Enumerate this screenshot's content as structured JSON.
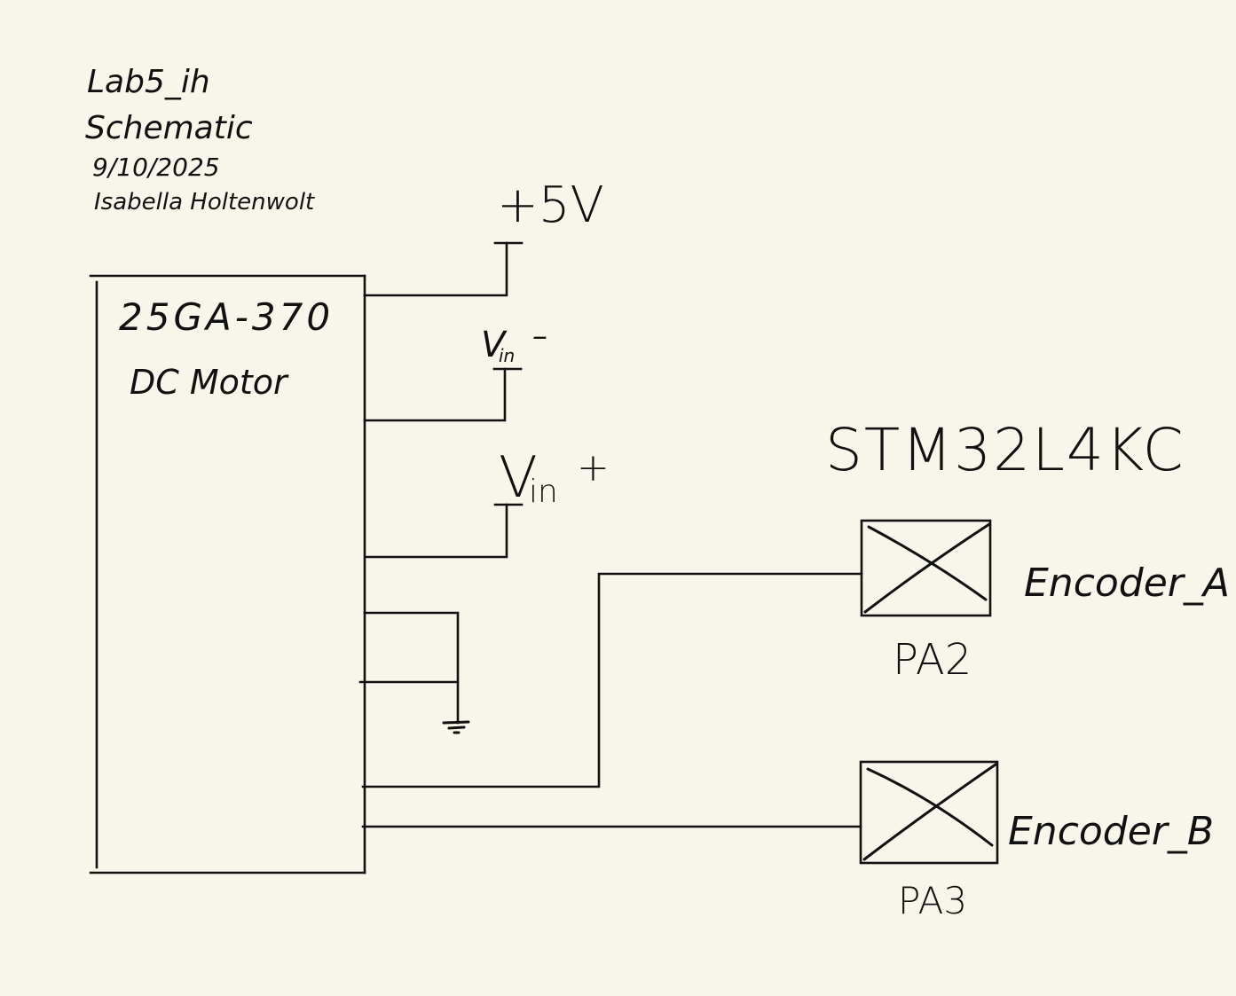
{
  "title_block": {
    "lab": "Lab5_ih",
    "doc_type": "Schematic",
    "date": "9/10/2025",
    "author": "Isabella Holtenwolt"
  },
  "motor": {
    "part_number": "25GA-370",
    "description": "DC Motor"
  },
  "power_terminals": [
    {
      "id": "5v",
      "label": "+5V"
    },
    {
      "id": "vin-minus",
      "label_main": "V",
      "label_sub": "in",
      "label_sign": "–"
    },
    {
      "id": "vin-plus",
      "label_main": "V",
      "label_sub": "in",
      "label_sign": "+"
    }
  ],
  "ground": {
    "symbol": "ground-icon"
  },
  "mcu": {
    "name": "STM32L4KC",
    "pins": [
      {
        "pin": "PA2",
        "signal": "Encoder_A"
      },
      {
        "pin": "PA3",
        "signal": "Encoder_B"
      }
    ]
  },
  "colors": {
    "background": "#f8f6ea",
    "ink": "#111111"
  }
}
